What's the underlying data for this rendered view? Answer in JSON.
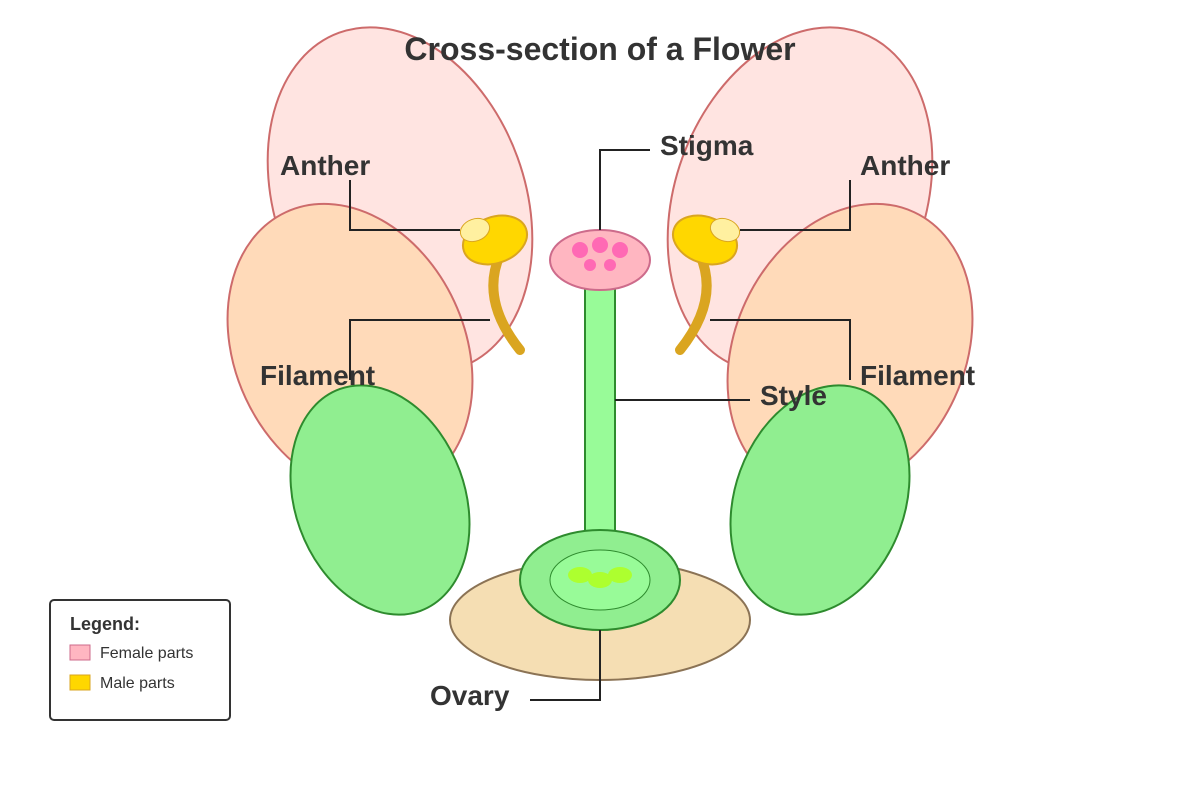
{
  "title": "Cross-section of a Flower",
  "labels": {
    "stigma": "Stigma",
    "anther_left": "Anther",
    "anther_right": "Anther",
    "filament_left": "Filament",
    "filament_right": "Filament",
    "style": "Style",
    "ovary": "Ovary"
  },
  "legend": {
    "title": "Legend:",
    "items": [
      {
        "label": "Female parts",
        "color": "#ffb6c1"
      },
      {
        "label": "Male parts",
        "color": "#ffd700"
      }
    ]
  },
  "colors": {
    "petal_pink": "#ffe4e1",
    "petal_outline": "#cd6b6b",
    "petal_peach": "#ffdab9",
    "sepal_green": "#90ee90",
    "sepal_outline": "#2e8b2e",
    "receptacle": "#f5deb3",
    "receptacle_outline": "#8b7355",
    "style_green": "#98fb98",
    "stigma_pink": "#ffb6c1",
    "stigma_dots": "#ff69b4",
    "anther_yellow": "#ffd700",
    "filament_gold": "#daa520",
    "ovule_lime": "#adff2f"
  }
}
